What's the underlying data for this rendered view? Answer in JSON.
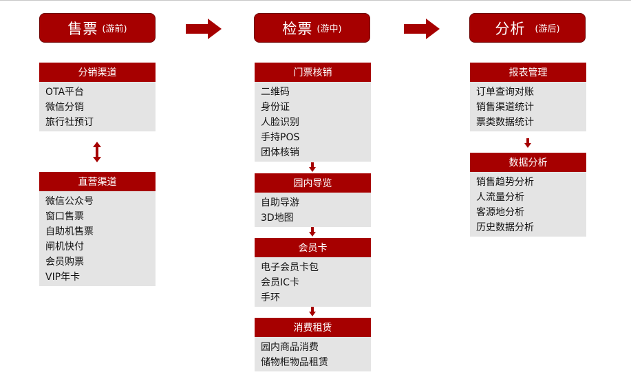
{
  "stages": [
    {
      "title": "售票",
      "sub": "(游前)"
    },
    {
      "title": "检票",
      "sub": "(游中)"
    },
    {
      "title": "分析",
      "sub": "(游后)"
    }
  ],
  "col1": [
    {
      "header": "分销渠道",
      "items": [
        "OTA平台",
        "微信分销",
        "旅行社预订"
      ]
    },
    {
      "header": "直营渠道",
      "items": [
        "微信公众号",
        "窗口售票",
        "自助机售票",
        "闸机快付",
        "会员购票",
        "VIP年卡"
      ]
    }
  ],
  "col2": [
    {
      "header": "门票核销",
      "items": [
        "二维码",
        "身份证",
        "人脸识别",
        "手持POS",
        "团体核销"
      ]
    },
    {
      "header": "园内导览",
      "items": [
        "自助导游",
        "3D地图"
      ]
    },
    {
      "header": "会员卡",
      "items": [
        "电子会员卡包",
        "会员IC卡",
        "手环"
      ]
    },
    {
      "header": "消费租赁",
      "items": [
        "园内商品消费",
        "储物柜物品租赁"
      ]
    }
  ],
  "col3": [
    {
      "header": "报表管理",
      "items": [
        "订单查询对账",
        "销售渠道统计",
        "票类数据统计"
      ]
    },
    {
      "header": "数据分析",
      "items": [
        "销售趋势分析",
        "人流量分析",
        "客源地分析",
        "历史数据分析"
      ]
    }
  ],
  "colors": {
    "accent": "#a60000",
    "panel": "#e4e4e4"
  }
}
